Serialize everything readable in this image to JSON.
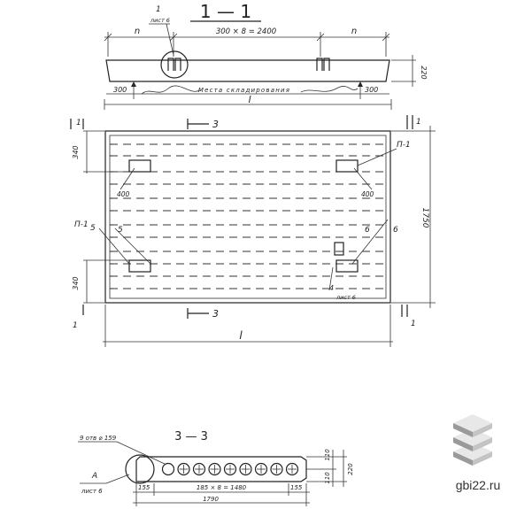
{
  "section_1_1": {
    "title": "1 — 1",
    "dim_left": "n",
    "dim_mid": "300 × 8 = 2400",
    "dim_right": "n",
    "height_dim": "220",
    "left_300": "300",
    "right_300": "300",
    "storage_note": "Места складирования",
    "overall_l": "l",
    "callout_number": "1",
    "callout_sheet": "лист 6"
  },
  "plan": {
    "cut_top": "3",
    "cut_bottom": "3",
    "cut_1_left_top": "1",
    "cut_1_right_top": "1",
    "cut_1_left_bottom": "1",
    "cut_1_right_bottom": "1",
    "dim_340_top": "340",
    "dim_340_bottom": "340",
    "dim_400_left": "400",
    "dim_400_right": "400",
    "width_dim": "1750",
    "label_p1_right": "П-1",
    "label_p1_left": "П-1",
    "label_5_left": "5",
    "label_5_inner": "5",
    "label_6_inner": "6",
    "label_6_right": "6",
    "callout_number": "4",
    "callout_sheet": "лист 6",
    "overall_l": "l"
  },
  "section_3_3": {
    "title": "3 — 3",
    "hole_note": "9 отв ⌀ 159",
    "callout_letter": "А",
    "callout_sheet": "лист 6",
    "dim_155_left": "155",
    "dim_mid": "185 × 8 = 1480",
    "dim_155_right": "155",
    "overall": "1790",
    "h_110_top": "110",
    "h_110_bottom": "110",
    "h_220": "220"
  },
  "brand": {
    "site": "gbi22.ru",
    "logo_colors": [
      "#9a9a9a",
      "#c4c4c4",
      "#e8e8e8"
    ]
  }
}
